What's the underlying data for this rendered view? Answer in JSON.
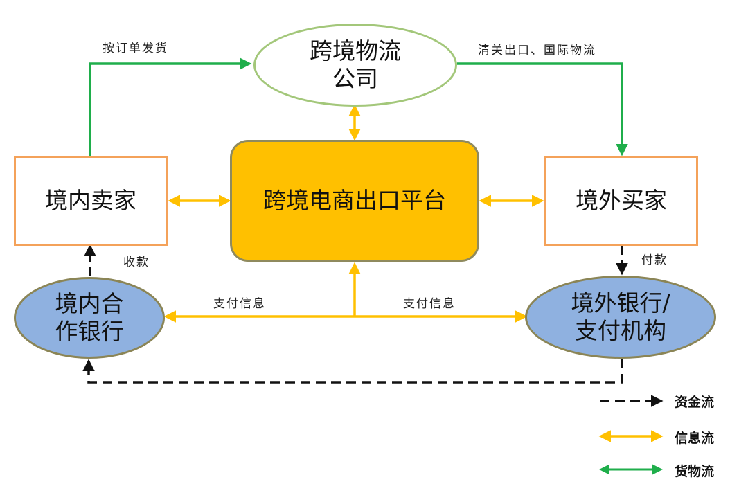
{
  "nodes": {
    "logistics": [
      "跨境物流",
      "公司"
    ],
    "platform": "跨境电商出口平台",
    "seller": "境内卖家",
    "buyer": "境外买家",
    "domestic_bank": [
      "境内合",
      "作银行"
    ],
    "foreign_bank": [
      "境外银行/",
      "支付机构"
    ]
  },
  "edge_labels": {
    "ship_by_order": "按订单发货",
    "customs_export": "清关出口、国际物流",
    "receive_payment": "收款",
    "pay": "付款",
    "pay_info_left": "支付信息",
    "pay_info_right": "支付信息"
  },
  "legend": {
    "capital_flow": "资金流",
    "info_flow": "信息流",
    "goods_flow": "货物流"
  },
  "colors": {
    "goods": "#1fae4b",
    "info": "#ffc000",
    "capital": "#111111",
    "platform": "#ffc000",
    "bank": "#8fb1e0",
    "seller_border": "#f4a25a",
    "logistics_border": "#a3c77a"
  }
}
